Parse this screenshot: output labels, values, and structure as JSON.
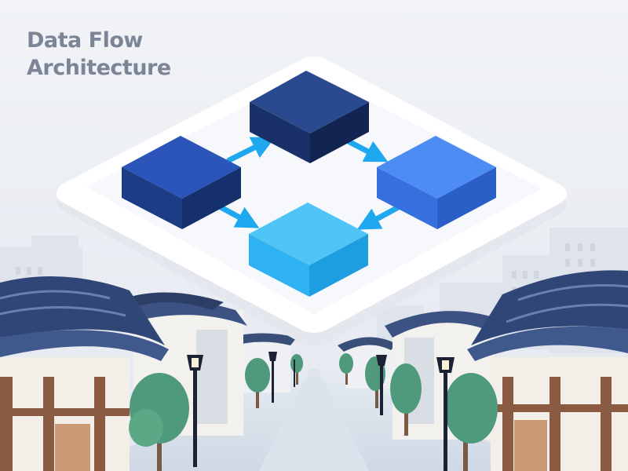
{
  "title": {
    "line1": "Data Flow",
    "line2": "Architecture"
  },
  "diagram": {
    "nodes": [
      {
        "id": "top",
        "color": "#1f3a78"
      },
      {
        "id": "left",
        "color": "#1e3f94"
      },
      {
        "id": "right",
        "color": "#3b79ea"
      },
      {
        "id": "bottom",
        "color": "#26b3f2"
      }
    ],
    "arrows": [
      {
        "from": "left",
        "to": "top"
      },
      {
        "from": "top",
        "to": "right"
      },
      {
        "from": "left",
        "to": "bottom"
      },
      {
        "from": "right",
        "to": "bottom"
      }
    ],
    "arrow_color": "#1fa8ef"
  },
  "background": {
    "sky": "#eef1f6",
    "roof": "#334a78",
    "wall": "#f4f2ee",
    "wood": "#8a5a43",
    "tree": "#4f9a7c",
    "lamp": "#1c2233"
  }
}
